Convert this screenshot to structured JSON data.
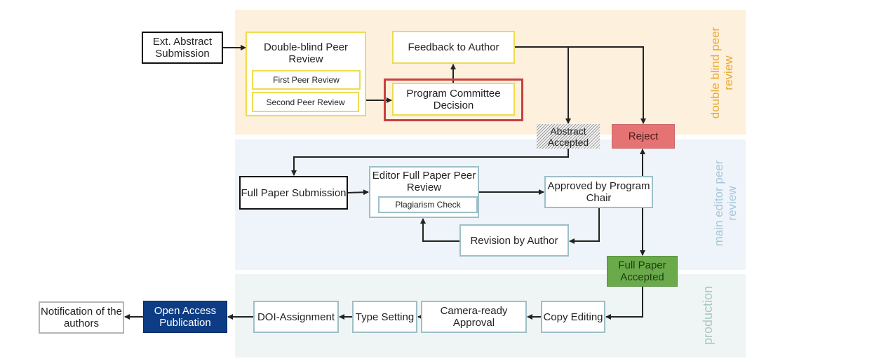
{
  "lanes": {
    "review": "double blind peer review",
    "editor": "main editor peer review",
    "production": "production"
  },
  "nodes": {
    "ext_abstract": "Ext. Abstract Submission",
    "double_blind": "Double-blind Peer Review",
    "first_peer": "First Peer Review",
    "second_peer": "Second Peer Review",
    "pcd": "Program Committee Decision",
    "feedback": "Feedback to Author",
    "abstract_accepted": "Abstract Accepted",
    "reject": "Reject",
    "full_paper_submission": "Full Paper Submission",
    "editor_review": "Editor Full Paper Peer Review",
    "plagiarism": "Plagiarism Check",
    "approved": "Approved by Program Chair",
    "revision": "Revision by Author",
    "fp_accepted": "Full Paper Accepted",
    "copy_editing": "Copy Editing",
    "camera_ready": "Camera-ready Approval",
    "type_setting": "Type Setting",
    "doi": "DOI-Assignment",
    "open_access": "Open Access Publication",
    "notification": "Notification of the authors"
  },
  "colors": {
    "review_lane": "#fdf0dc",
    "editor_lane": "#eef4fa",
    "production_lane": "#eff5f4",
    "reject": "#e57373",
    "accepted": "#6aaa4b",
    "open_access": "#0d3c84",
    "decision_highlight": "#c8403f"
  },
  "edges": [
    [
      "ext_abstract",
      "double_blind"
    ],
    [
      "second_peer",
      "pcd"
    ],
    [
      "pcd",
      "feedback"
    ],
    [
      "feedback",
      "abstract_accepted"
    ],
    [
      "feedback",
      "reject"
    ],
    [
      "abstract_accepted",
      "full_paper_submission"
    ],
    [
      "full_paper_submission",
      "editor_review"
    ],
    [
      "editor_review",
      "approved"
    ],
    [
      "approved",
      "revision"
    ],
    [
      "revision",
      "editor_review"
    ],
    [
      "approved",
      "reject"
    ],
    [
      "approved",
      "fp_accepted"
    ],
    [
      "fp_accepted",
      "copy_editing"
    ],
    [
      "copy_editing",
      "camera_ready"
    ],
    [
      "camera_ready",
      "type_setting"
    ],
    [
      "type_setting",
      "doi"
    ],
    [
      "doi",
      "open_access"
    ],
    [
      "open_access",
      "notification"
    ]
  ]
}
